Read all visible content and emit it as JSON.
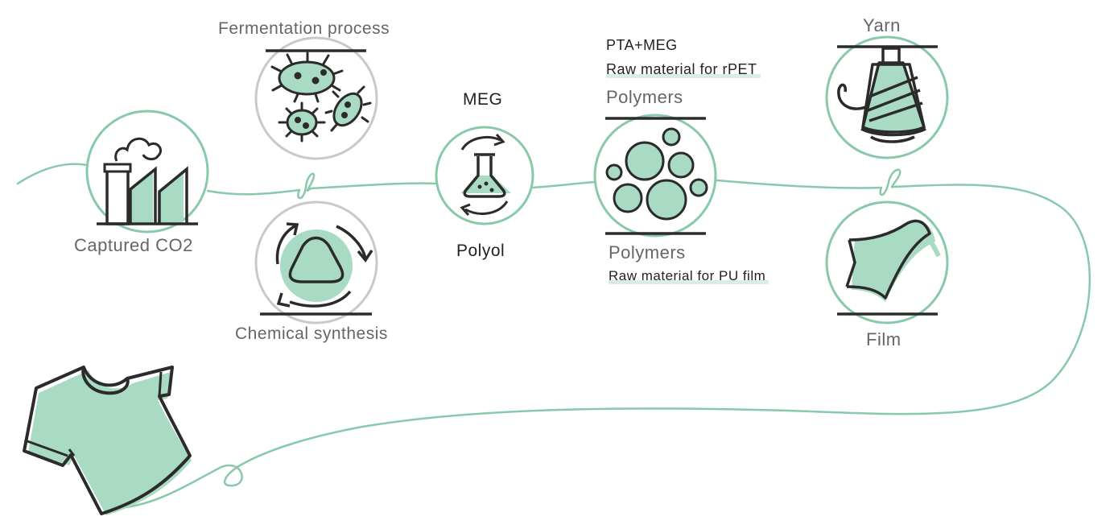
{
  "colors": {
    "accent": "#88c9a9",
    "accent_fill": "#a9dac3",
    "accent_light": "#d8ede4",
    "ink": "#2b2b2b",
    "ring_gray": "#c9c9c9",
    "label_gray": "#666666"
  },
  "nodes": {
    "captured_co2": {
      "label": "Captured CO2",
      "icon": "factory-icon"
    },
    "fermentation": {
      "label": "Fermentation process",
      "icon": "bacteria-icon"
    },
    "chemical": {
      "label": "Chemical synthesis",
      "icon": "cycle-icon"
    },
    "meg_polyol": {
      "top_label": "MEG",
      "bottom_label": "Polyol",
      "icon": "flask-icon"
    },
    "polymers": {
      "top_note_1": "PTA+MEG",
      "top_note_2": "Raw material for rPET",
      "top_label": "Polymers",
      "bottom_label": "Polymers",
      "bottom_note": "Raw material for PU film",
      "icon": "polymer-bubbles-icon"
    },
    "yarn": {
      "label": "Yarn",
      "icon": "yarn-spool-icon"
    },
    "film": {
      "label": "Film",
      "icon": "film-sheet-icon"
    },
    "tshirt": {
      "icon": "tshirt-icon"
    }
  }
}
